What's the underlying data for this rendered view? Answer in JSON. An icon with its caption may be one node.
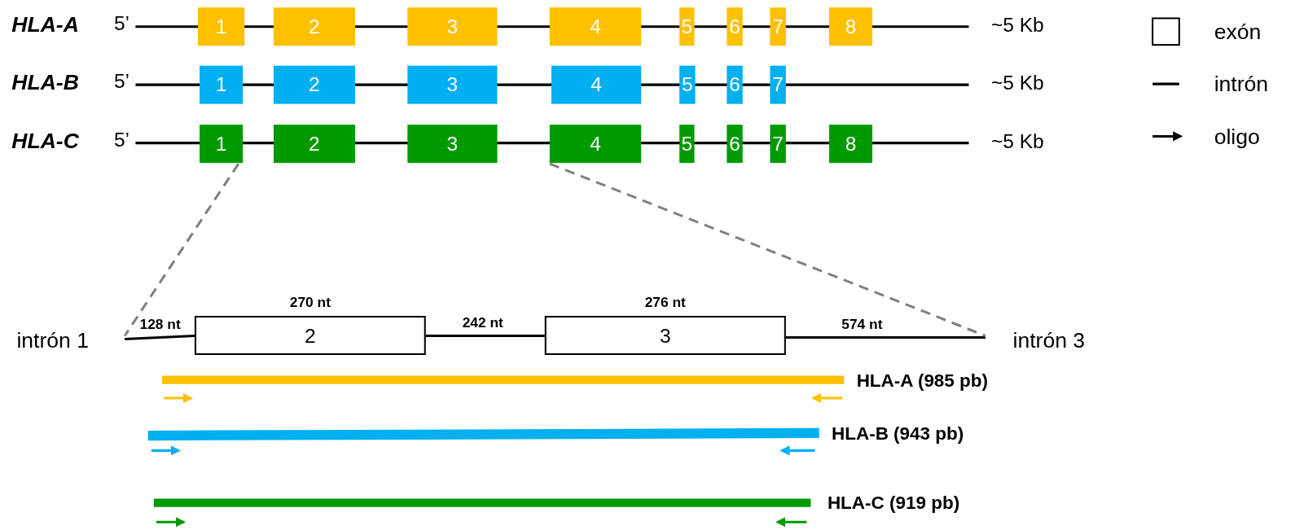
{
  "diagram": {
    "nodes": [
      {
        "text": [
          "1"
        ]
      },
      {
        "text": [
          "2"
        ]
      },
      {
        "text": [
          "3"
        ]
      },
      {
        "text": [
          "4"
        ]
      },
      {
        "text": [
          "5"
        ]
      },
      {
        "text": [
          "6"
        ]
      },
      {
        "text": [
          "7"
        ]
      },
      {
        "text": [
          "8"
        ]
      },
      {
        "text": [
          "1"
        ]
      },
      {
        "text": [
          "2"
        ]
      },
      {
        "text": [
          "3"
        ]
      },
      {
        "text": [
          "4"
        ]
      },
      {
        "text": [
          "5"
        ]
      },
      {
        "text": [
          "6"
        ]
      },
      {
        "text": [
          "7"
        ]
      },
      {
        "text": [
          "1"
        ]
      },
      {
        "text": [
          "2"
        ]
      },
      {
        "text": [
          "3"
        ]
      },
      {
        "text": [
          "4"
        ]
      },
      {
        "text": [
          "5"
        ]
      },
      {
        "text": [
          "6"
        ]
      },
      {
        "text": [
          "7"
        ]
      },
      {
        "text": [
          "8"
        ]
      },
      {
        "text": [
          "2"
        ],
        "beside": [
          "270 nt"
        ]
      },
      {
        "text": [
          "3"
        ],
        "beside": [
          "276 nt"
        ]
      }
    ],
    "edges": [
      {
        "from": 15,
        "to": null,
        "arrow": "none",
        "style": "dashed"
      },
      {
        "from": 18,
        "to": null,
        "arrow": "none",
        "style": "dashed"
      }
    ],
    "labels": [
      "HLA-A",
      "5’",
      "~5 Kb",
      "HLA-B",
      "5’",
      "~5 Kb",
      "HLA-C",
      "5’",
      "~5 Kb",
      "intrón 1",
      "128 nt",
      "242 nt",
      "574 nt",
      "intrón 3",
      "HLA-A (985 pb)",
      "HLA-B (943 pb)",
      "HLA-C (919 pb)"
    ],
    "legend": [
      {
        "text": "exón"
      },
      {
        "text": "intrón"
      },
      {
        "text": "oligo"
      }
    ]
  }
}
